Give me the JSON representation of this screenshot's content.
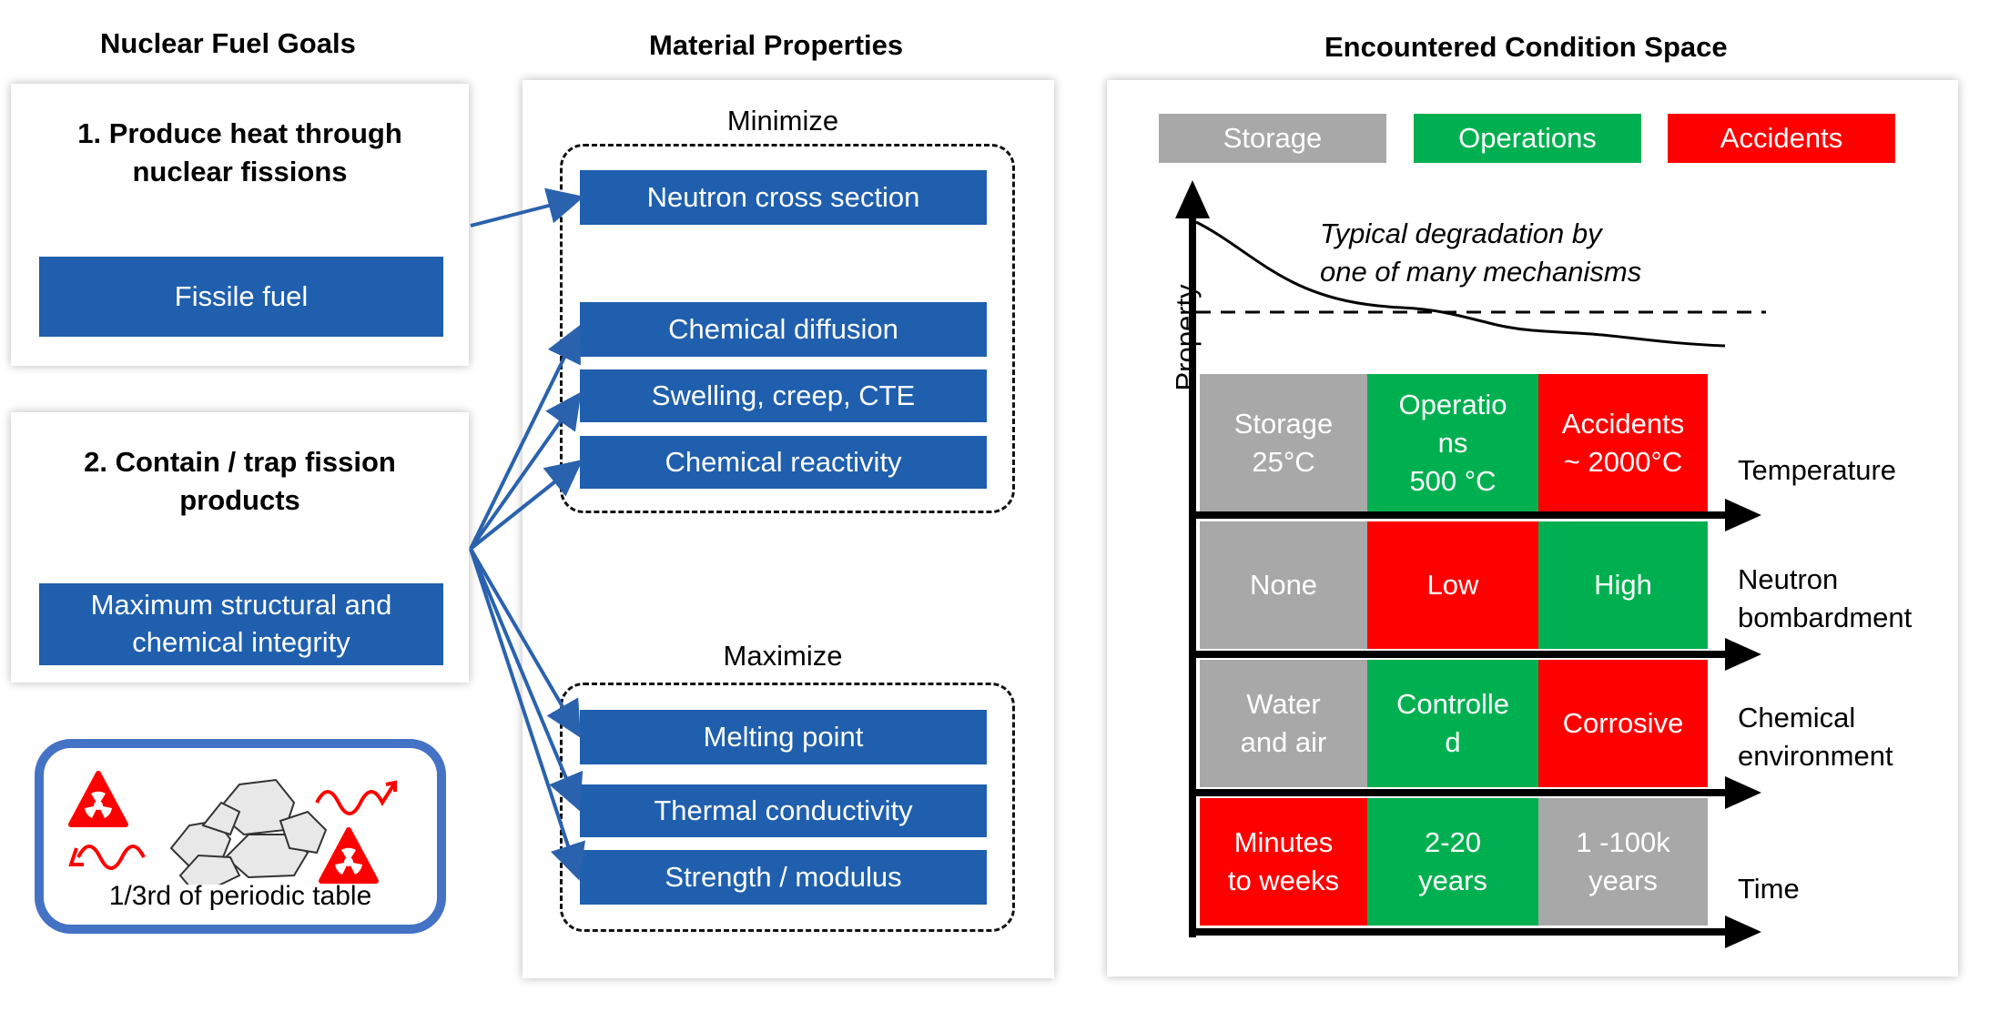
{
  "headings": {
    "goals": "Nuclear Fuel Goals",
    "properties": "Material Properties",
    "conditions": "Encountered Condition Space"
  },
  "goals": [
    {
      "title": "1. Produce heat through\nnuclear fissions",
      "box": "Fissile fuel"
    },
    {
      "title": "2. Contain / trap fission\nproducts",
      "box": "Maximum structural and\nchemical integrity"
    }
  ],
  "periodic_caption": "1/3rd of periodic table",
  "minimize": {
    "label": "Minimize",
    "items": [
      "Neutron cross section",
      "Chemical diffusion",
      "Swelling, creep, CTE",
      "Chemical reactivity"
    ]
  },
  "maximize": {
    "label": "Maximize",
    "items": [
      "Melting point",
      "Thermal conductivity",
      "Strength / modulus"
    ]
  },
  "legend": [
    {
      "label": "Storage",
      "color": "#a8a8a8"
    },
    {
      "label": "Operations",
      "color": "#00b050"
    },
    {
      "label": "Accidents",
      "color": "#ff0000"
    }
  ],
  "colors": {
    "gray": "#a8a8a8",
    "green": "#00b050",
    "red": "#ff0000",
    "blue": "#1f5fad"
  },
  "degradation_note": "Typical degradation by\none of many mechanisms",
  "y_axis_label": "Property",
  "rows": [
    {
      "axis": "Temperature",
      "cells": [
        {
          "text": "Storage\n25°C",
          "color": "gray"
        },
        {
          "text": "Operatio\nns\n500 °C",
          "color": "green"
        },
        {
          "text": "Accidents\n~ 2000°C",
          "color": "red"
        }
      ]
    },
    {
      "axis": "Neutron\nbombardment",
      "cells": [
        {
          "text": "None",
          "color": "gray"
        },
        {
          "text": "Low",
          "color": "red"
        },
        {
          "text": "High",
          "color": "green"
        }
      ]
    },
    {
      "axis": "Chemical\nenvironment",
      "cells": [
        {
          "text": "Water\nand air",
          "color": "gray"
        },
        {
          "text": "Controlle\nd",
          "color": "green"
        },
        {
          "text": "Corrosive",
          "color": "red"
        }
      ]
    },
    {
      "axis": "Time",
      "cells": [
        {
          "text": "Minutes\nto weeks",
          "color": "red"
        },
        {
          "text": "2-20\nyears",
          "color": "green"
        },
        {
          "text": "1 -100k\nyears",
          "color": "gray"
        }
      ]
    }
  ]
}
